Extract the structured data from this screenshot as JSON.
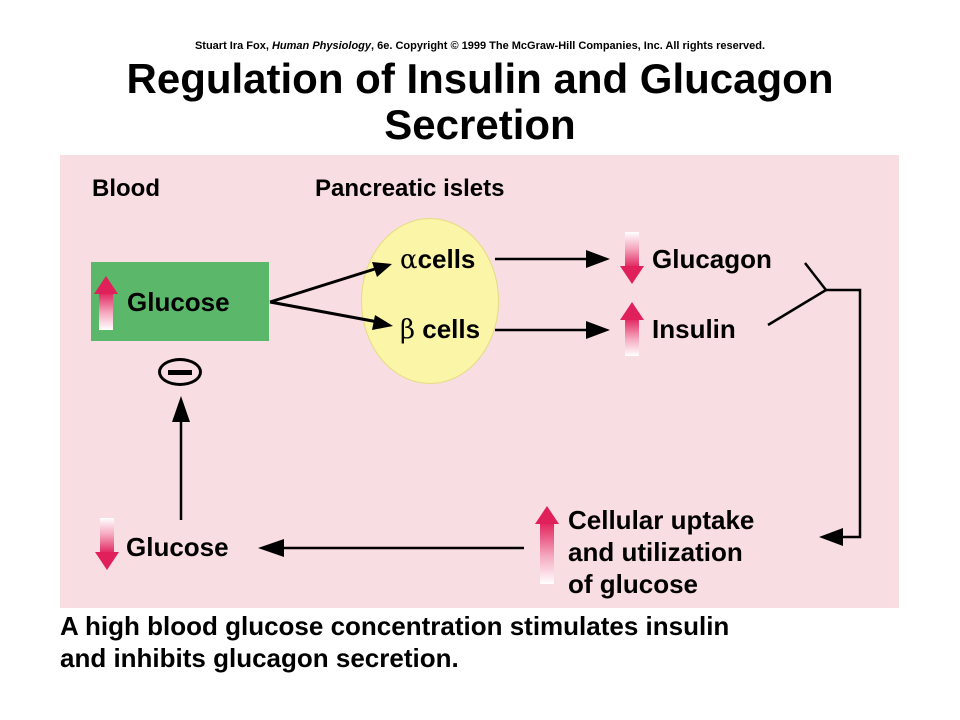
{
  "header": {
    "copyright_author": "Stuart Ira Fox,",
    "copyright_book": "Human Physiology",
    "copyright_rest": ", 6e. Copyright © 1999 The McGraw-Hill Companies, Inc.  All rights reserved.",
    "title_line1": "Regulation of Insulin and Glucagon",
    "title_line2": "Secretion"
  },
  "diagram": {
    "heading_blood": "Blood",
    "heading_islets": "Pancreatic islets",
    "glucose_top": "Glucose",
    "alpha_symbol": "α",
    "alpha_label": "cells",
    "beta_symbol": "β",
    "beta_label": "cells",
    "glucagon": "Glucagon",
    "insulin": "Insulin",
    "uptake_line1": "Cellular uptake",
    "uptake_line2": "and utilization",
    "uptake_line3": "of glucose",
    "glucose_bottom": "Glucose"
  },
  "caption": {
    "line1": "A high blood glucose concentration stimulates insulin",
    "line2": "and inhibits glucagon secretion."
  },
  "colors": {
    "panel": "#f8dde2",
    "glucose_box": "#5bb86a",
    "islet": "#fbf5a8",
    "arrow_gradient_strong": "#e0205a"
  }
}
